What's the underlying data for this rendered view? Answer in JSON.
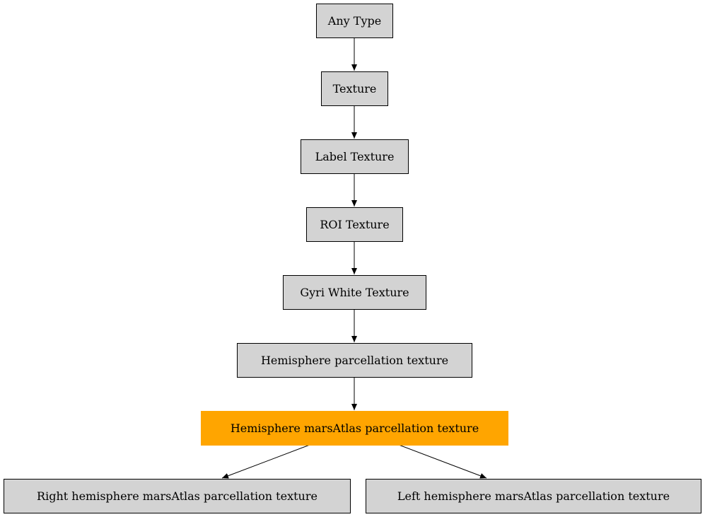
{
  "diagram": {
    "colors": {
      "node_fill": "#d3d3d3",
      "node_stroke": "#000000",
      "highlight_fill": "#ffa500",
      "edge": "#000000"
    },
    "nodes": [
      {
        "id": "any-type",
        "label": "Any Type"
      },
      {
        "id": "texture",
        "label": "Texture"
      },
      {
        "id": "label-texture",
        "label": "Label Texture"
      },
      {
        "id": "roi-texture",
        "label": "ROI Texture"
      },
      {
        "id": "gyri-white-texture",
        "label": "Gyri White Texture"
      },
      {
        "id": "hemisphere-parcellation-texture",
        "label": "Hemisphere parcellation texture"
      },
      {
        "id": "hemisphere-marsatlas-parcellation-texture",
        "label": "Hemisphere marsAtlas parcellation texture",
        "highlighted": true
      },
      {
        "id": "right-hemisphere-marsatlas-parcellation-texture",
        "label": "Right hemisphere marsAtlas parcellation texture"
      },
      {
        "id": "left-hemisphere-marsatlas-parcellation-texture",
        "label": "Left hemisphere marsAtlas parcellation texture"
      }
    ],
    "edges": [
      {
        "from": "any-type",
        "to": "texture"
      },
      {
        "from": "texture",
        "to": "label-texture"
      },
      {
        "from": "label-texture",
        "to": "roi-texture"
      },
      {
        "from": "roi-texture",
        "to": "gyri-white-texture"
      },
      {
        "from": "gyri-white-texture",
        "to": "hemisphere-parcellation-texture"
      },
      {
        "from": "hemisphere-parcellation-texture",
        "to": "hemisphere-marsatlas-parcellation-texture"
      },
      {
        "from": "hemisphere-marsatlas-parcellation-texture",
        "to": "right-hemisphere-marsatlas-parcellation-texture"
      },
      {
        "from": "hemisphere-marsatlas-parcellation-texture",
        "to": "left-hemisphere-marsatlas-parcellation-texture"
      }
    ]
  }
}
